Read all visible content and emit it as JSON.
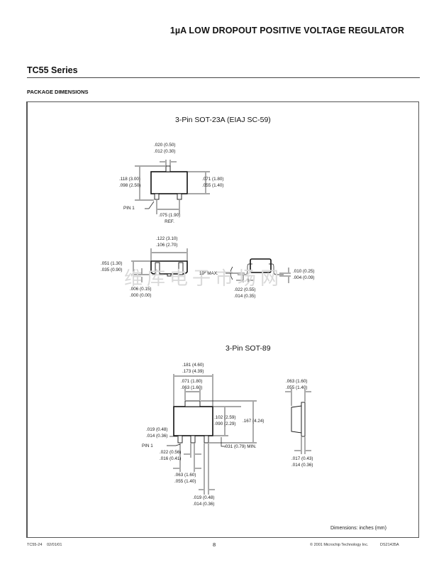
{
  "header": {
    "title": "1µA LOW DROPOUT POSITIVE VOLTAGE REGULATOR"
  },
  "series_title": "TC55 Series",
  "section_title": "PACKAGE DIMENSIONS",
  "watermark": "维库电子市场网",
  "sot23": {
    "title": "3-Pin SOT-23A (EIAJ SC-59)",
    "lead_width": [
      ".020 (0.50)",
      ".012 (0.30)"
    ],
    "overall_height": [
      ".118 (3.00)",
      ".098 (2.50)"
    ],
    "body_height": [
      ".071 (1.80)",
      ".055 (1.40)"
    ],
    "pin1_label": "PIN 1",
    "pitch": [
      ".075 (1.90)",
      "REF."
    ],
    "body_length": [
      ".122 (3.10)",
      ".106 (2.70)"
    ],
    "thickness": [
      ".051 (1.30)",
      ".035 (0.90)"
    ],
    "standoff": [
      ".006 (0.15)",
      ".000 (0.00)"
    ],
    "angle_label": "10° MAX.",
    "foot_length": [
      ".022 (0.55)",
      ".014 (0.35)"
    ],
    "lead_thickness": [
      ".010 (0.25)",
      ".004 (0.09)"
    ]
  },
  "sot89": {
    "title": "3-Pin SOT-89",
    "overall_length": [
      ".181 (4.60)",
      ".173 (4.39)"
    ],
    "tab_width": [
      ".071 (1.80)",
      ".063 (1.60)"
    ],
    "body_height": [
      ".102 (2.59)",
      ".090 (2.29)"
    ],
    "overall_height": ".167 (4.24)",
    "lead_width_outer": [
      ".019 (0.48)",
      ".014 (0.36)"
    ],
    "pin1_label": "PIN 1",
    "lead_length_min": ".031 (0.79) MIN.",
    "center_lead_width": [
      ".022 (0.56)",
      ".016 (0.41)"
    ],
    "pitch": [
      ".063 (1.60)",
      ".055 (1.40)"
    ],
    "lead_width_right": [
      ".019 (0.48)",
      ".014 (0.36)"
    ],
    "side_thickness": [
      ".063 (1.60)",
      ".055 (1.40)"
    ],
    "side_lead_thickness": [
      ".017 (0.43)",
      ".014 (0.36)"
    ]
  },
  "units_note": "Dimensions: inches (mm)",
  "footer": {
    "doc_id": "TC55-24",
    "date": "02/01/01",
    "page_number": "8",
    "copyright": "© 2001 Microchip Technology Inc.",
    "ds_number": "DS21435A"
  }
}
